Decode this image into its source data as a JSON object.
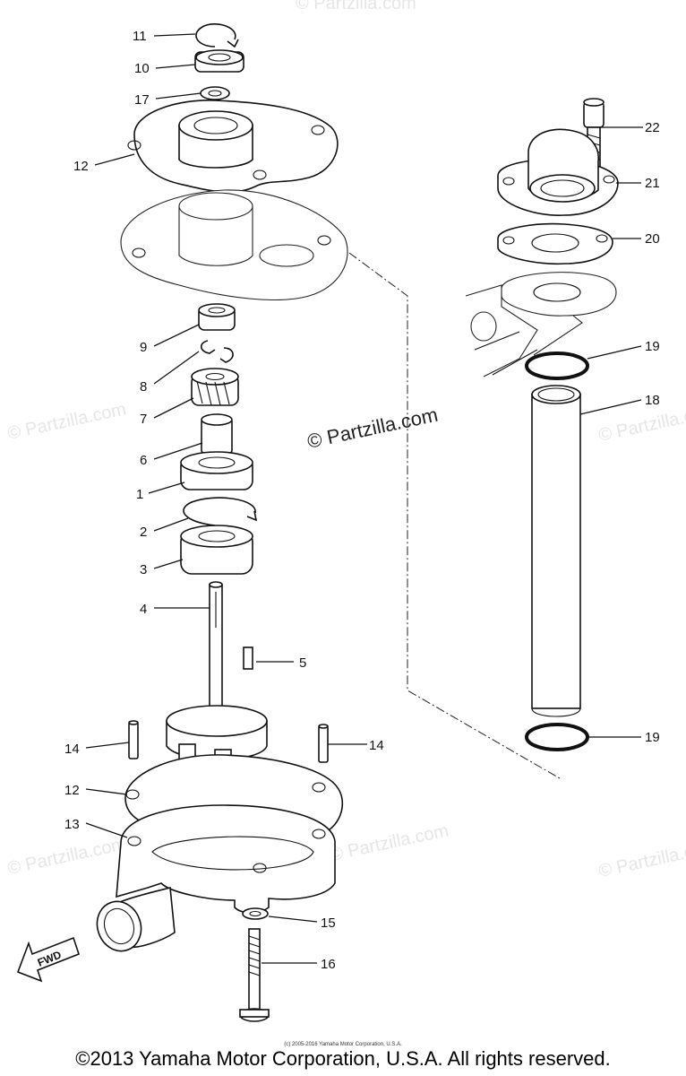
{
  "watermark": {
    "main": "© Partzilla.com",
    "faint": "© Partzilla.com"
  },
  "direction_label": "FWD",
  "callouts": {
    "c1": "1",
    "c2": "2",
    "c3": "3",
    "c4": "4",
    "c5": "5",
    "c6": "6",
    "c7": "7",
    "c8": "8",
    "c9": "9",
    "c10": "10",
    "c11": "11",
    "c12": "12",
    "c13": "13",
    "c14": "14",
    "c15": "15",
    "c16": "16",
    "c17": "17",
    "c18": "18",
    "c19": "19",
    "c20": "20",
    "c21": "21",
    "c22": "22"
  },
  "small_copyright": "(c) 2005-2016 Yamaha Motor Corporation, U.S.A.",
  "footer_copyright": "©2013 Yamaha Motor Corporation, U.S.A. All rights reserved."
}
